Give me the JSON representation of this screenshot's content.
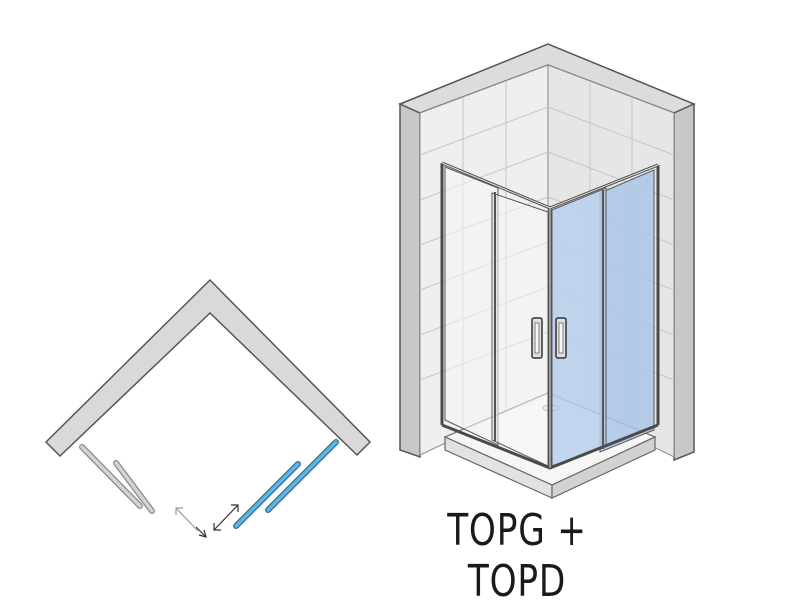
{
  "caption": "TOPG + TOPD",
  "colors": {
    "wall": "#d9d9d9",
    "wall_stroke": "#7a7a7a",
    "frame": "#4a4a4a",
    "glass_blue": "#a9c6e6",
    "glass_clear": "#f3f5f7",
    "tile_line": "#c6c6c6",
    "door_plan_grey": "#bdbdbd",
    "door_plan_blue": "#4aa3d8"
  },
  "icons": {
    "plan": "floor-plan-diagram",
    "enclosure": "shower-enclosure-3d",
    "handles": "door-handle-icon",
    "arrows": "double-arrow-icon"
  }
}
